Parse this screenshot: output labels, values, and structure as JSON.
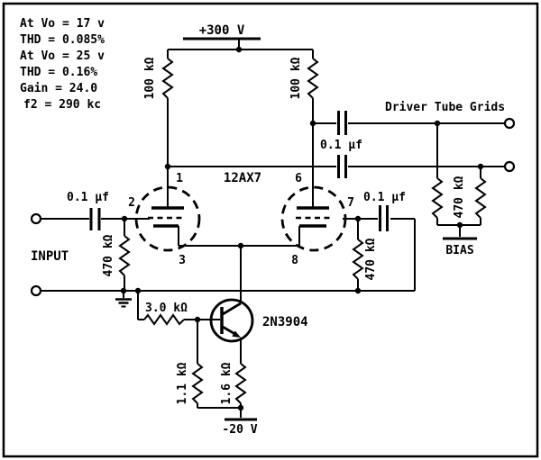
{
  "notes": {
    "lines": [
      "At Vo = 17 v",
      "THD = 0.085%",
      "At Vo = 25 v",
      "THD = 0.16%",
      "Gain = 24.0",
      "f2 = 290 kc"
    ]
  },
  "power": {
    "plate_supply": "+300 V",
    "negative_supply": "-20 V"
  },
  "io": {
    "input_label": "INPUT",
    "output_label": "Driver Tube Grids",
    "bias_label": "BIAS"
  },
  "tube": {
    "name": "12AX7",
    "pin_plate_left": "1",
    "pin_grid_left": "2",
    "pin_cathode_left": "3",
    "pin_plate_right": "6",
    "pin_grid_right": "7",
    "pin_cathode_right": "8"
  },
  "transistor": {
    "name": "2N3904"
  },
  "resistors": {
    "plate_left": "100 kΩ",
    "plate_right": "100 kΩ",
    "grid_left": "470 kΩ",
    "grid_right": "470 kΩ",
    "output_pair": "470 kΩ",
    "base": "3.0 kΩ",
    "bias_lower": "1.1 kΩ",
    "emitter": "1.6 kΩ"
  },
  "capacitors": {
    "input": "0.1 μf",
    "output_coupling": "0.1 μf",
    "grid_bypass": "0.1 μf"
  },
  "colors": {
    "ink": "#000000",
    "paper": "#ffffff"
  }
}
